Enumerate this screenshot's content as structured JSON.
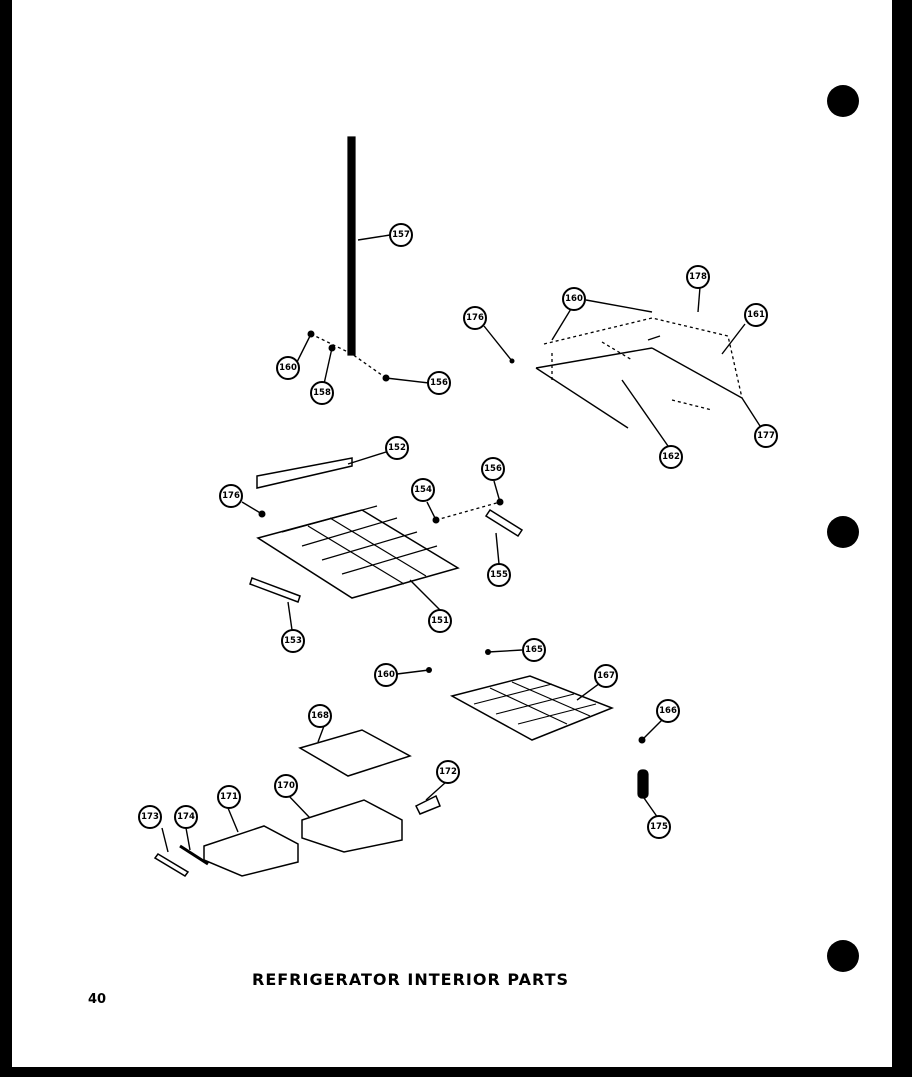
{
  "title": "REFRIGERATOR INTERIOR PARTS",
  "page_number": "40",
  "callouts": [
    "157",
    "160",
    "158",
    "156",
    "176",
    "160",
    "178",
    "161",
    "162",
    "177",
    "152",
    "176",
    "154",
    "156",
    "155",
    "151",
    "153",
    "160",
    "165",
    "167",
    "166",
    "168",
    "172",
    "175",
    "173",
    "174",
    "171",
    "170"
  ]
}
